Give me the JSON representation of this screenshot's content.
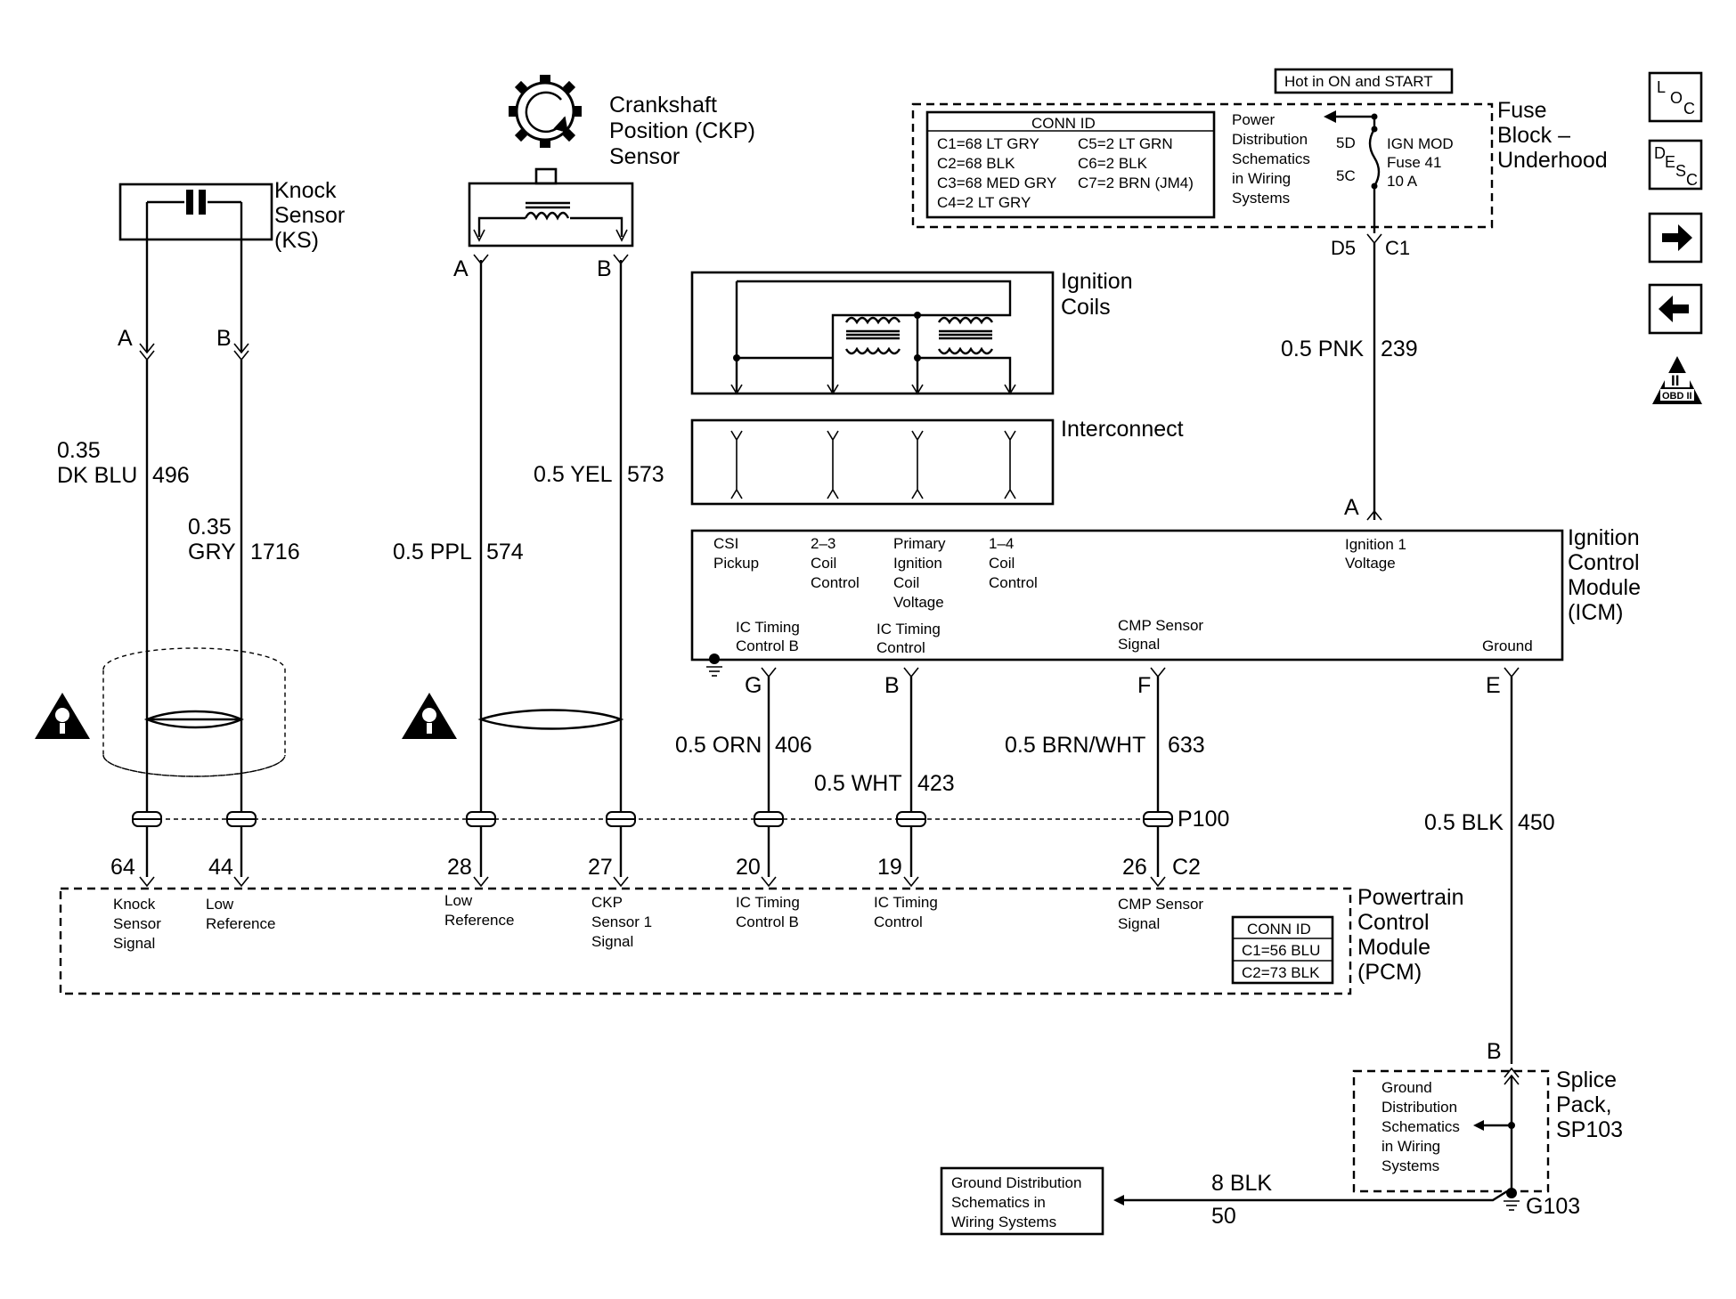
{
  "header": {
    "hot_in": "Hot in ON and START"
  },
  "nav": {
    "loc_label": "LOC",
    "desc_label": "DESC",
    "obd_label": "OBD II",
    "obd_numeral": "II"
  },
  "components": {
    "ks": [
      "Knock",
      "Sensor",
      "(KS)"
    ],
    "ckp": [
      "Crankshaft",
      "Position (CKP)",
      "Sensor"
    ],
    "coils": [
      "Ignition",
      "Coils"
    ],
    "interconnect": "Interconnect",
    "fuse_block": [
      "Fuse",
      "Block –",
      "Underhood"
    ],
    "icm": [
      "Ignition",
      "Control",
      "Module",
      "(ICM)"
    ],
    "pcm": [
      "Powertrain",
      "Control",
      "Module",
      "(PCM)"
    ],
    "splice": [
      "Splice",
      "Pack,",
      "SP103"
    ]
  },
  "fuse": {
    "conn_title": "CONN ID",
    "conn_left": [
      "C1=68 LT GRY",
      "C2=68 BLK",
      "C3=68 MED GRY",
      "C4=2 LT GRY"
    ],
    "conn_right": [
      "C5=2 LT GRN",
      "C6=2 BLK",
      "C7=2 BRN (JM4)"
    ],
    "power_dist": [
      "Power",
      "Distribution",
      "Schematics",
      "in Wiring",
      "Systems"
    ],
    "pin_top": "5D",
    "pin_bottom": "5C",
    "fuse_name": [
      "IGN MOD",
      "Fuse 41",
      "10 A"
    ],
    "conn_pin": "D5",
    "conn_name": "C1"
  },
  "wires": {
    "ks_a": [
      "0.35",
      "DK BLU",
      "496"
    ],
    "ks_b": [
      "0.35",
      "GRY",
      "1716"
    ],
    "ckp_a": [
      "0.5 PPL",
      "574"
    ],
    "ckp_b": [
      "0.5 YEL",
      "573"
    ],
    "fuse_icm": [
      "0.5 PNK",
      "239"
    ],
    "icm_g": [
      "0.5 ORN",
      "406"
    ],
    "icm_b": [
      "0.5 WHT",
      "423"
    ],
    "icm_f": [
      "0.5 BRN/WHT",
      "633"
    ],
    "icm_e": [
      "0.5 BLK",
      "450"
    ],
    "ground": [
      "8 BLK",
      "50"
    ]
  },
  "pins": {
    "ks_a": "A",
    "ks_b": "B",
    "ckp_a": "A",
    "ckp_b": "B",
    "icm_a": "A",
    "icm_g": "G",
    "icm_b": "B",
    "icm_f": "F",
    "icm_e": "E",
    "splice_b": "B",
    "pcm": [
      "64",
      "44",
      "28",
      "27",
      "20",
      "19",
      "26"
    ],
    "pcm_conn": "C2",
    "inline_conn": "P100",
    "ground_id": "G103"
  },
  "icm_labels": {
    "csi": [
      "CSI",
      "Pickup"
    ],
    "coil23": [
      "2–3",
      "Coil",
      "Control"
    ],
    "primary": [
      "Primary",
      "Ignition",
      "Coil",
      "Voltage"
    ],
    "coil14": [
      "1–4",
      "Coil",
      "Control"
    ],
    "ign1": [
      "Ignition 1",
      "Voltage"
    ],
    "ic_timing_b": [
      "IC Timing",
      "Control B"
    ],
    "ic_timing": [
      "IC Timing",
      "Control"
    ],
    "cmp": [
      "CMP Sensor",
      "Signal"
    ],
    "ground": "Ground"
  },
  "pcm_labels": {
    "knock": [
      "Knock",
      "Sensor",
      "Signal"
    ],
    "low_ref1": [
      "Low",
      "Reference"
    ],
    "low_ref2": [
      "Low",
      "Reference"
    ],
    "ckp": [
      "CKP",
      "Sensor 1",
      "Signal"
    ],
    "ic_timing_b": [
      "IC Timing",
      "Control B"
    ],
    "ic_timing": [
      "IC Timing",
      "Control"
    ],
    "cmp": [
      "CMP Sensor",
      "Signal"
    ],
    "conn_title": "CONN ID",
    "conn": [
      "C1=56 BLU",
      "C2=73 BLK"
    ]
  },
  "splice_labels": [
    "Ground",
    "Distribution",
    "Schematics",
    "in Wiring",
    "Systems"
  ],
  "ground_dist": [
    "Ground Distribution",
    "Schematics in",
    "Wiring Systems"
  ]
}
